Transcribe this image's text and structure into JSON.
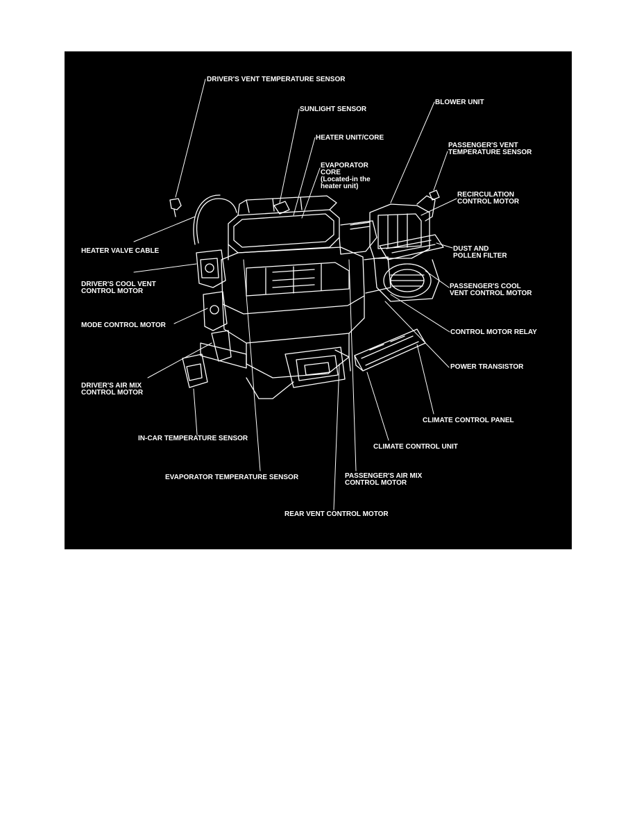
{
  "colors": {
    "page": "#ffffff",
    "panel": "#000000",
    "ink": "#ffffff"
  },
  "labels": {
    "drivers_vent_temp_sensor": [
      "DRIVER'S VENT TEMPERATURE SENSOR"
    ],
    "sunlight_sensor": [
      "SUNLIGHT SENSOR"
    ],
    "blower_unit": [
      "BLOWER UNIT"
    ],
    "heater_unit_core": [
      "HEATER UNIT/CORE"
    ],
    "passengers_vent_temp_sensor": [
      "PASSENGER'S VENT",
      "TEMPERATURE SENSOR"
    ],
    "evaporator_core": [
      "EVAPORATOR",
      "CORE",
      "(Located-in the",
      "heater unit)"
    ],
    "recirculation_control_motor": [
      "RECIRCULATION",
      "CONTROL MOTOR"
    ],
    "heater_valve_cable": [
      "HEATER VALVE CABLE"
    ],
    "dust_and_pollen_filter": [
      "DUST AND",
      "POLLEN FILTER"
    ],
    "drivers_cool_vent_control_motor": [
      "DRIVER'S COOL VENT",
      "CONTROL MOTOR"
    ],
    "passengers_cool_vent_control_motor": [
      "PASSENGER'S COOL",
      "VENT CONTROL MOTOR"
    ],
    "mode_control_motor": [
      "MODE CONTROL MOTOR"
    ],
    "control_motor_relay": [
      "CONTROL MOTOR RELAY"
    ],
    "power_transistor": [
      "POWER TRANSISTOR"
    ],
    "drivers_air_mix_control_motor": [
      "DRIVER'S AIR MIX",
      "CONTROL MOTOR"
    ],
    "climate_control_panel": [
      "CLIMATE CONTROL PANEL"
    ],
    "in_car_temp_sensor": [
      "IN-CAR TEMPERATURE SENSOR"
    ],
    "climate_control_unit": [
      "CLIMATE CONTROL UNIT"
    ],
    "evaporator_temp_sensor": [
      "EVAPORATOR TEMPERATURE SENSOR"
    ],
    "passengers_air_mix_control_motor": [
      "PASSENGER'S AIR MIX",
      "CONTROL MOTOR"
    ],
    "rear_vent_control_motor": [
      "REAR VENT CONTROL MOTOR"
    ]
  },
  "icons": [
    "hvac-assembly-drawing",
    "blower-housing-icon",
    "sensor-icon",
    "control-panel-icon"
  ]
}
